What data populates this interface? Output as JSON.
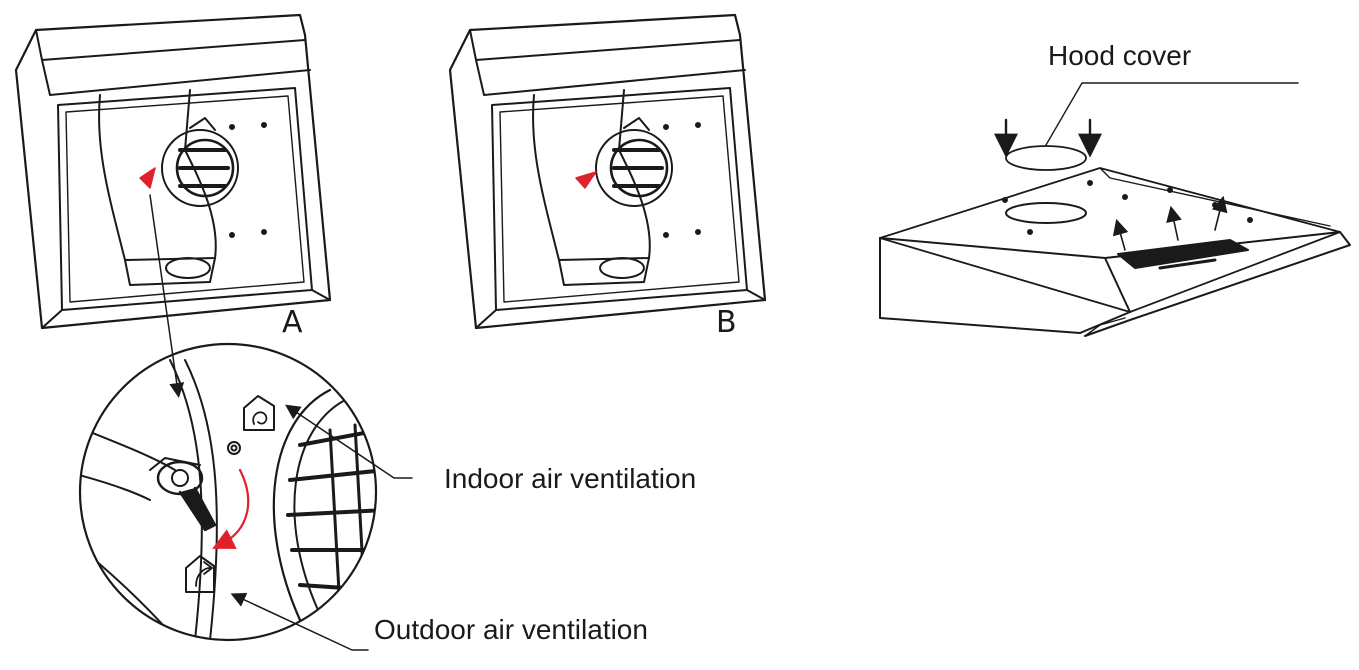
{
  "labels": {
    "panel_a": "A",
    "panel_b": "B",
    "hood_cover": "Hood cover",
    "indoor": "Indoor air ventilation",
    "outdoor": "Outdoor air ventilation"
  },
  "colors": {
    "line": "#1a1a1a",
    "accent": "#e0202a"
  },
  "icons": [
    "indoor-ventilation-icon",
    "outdoor-ventilation-icon",
    "rotation-arrow-icon"
  ]
}
